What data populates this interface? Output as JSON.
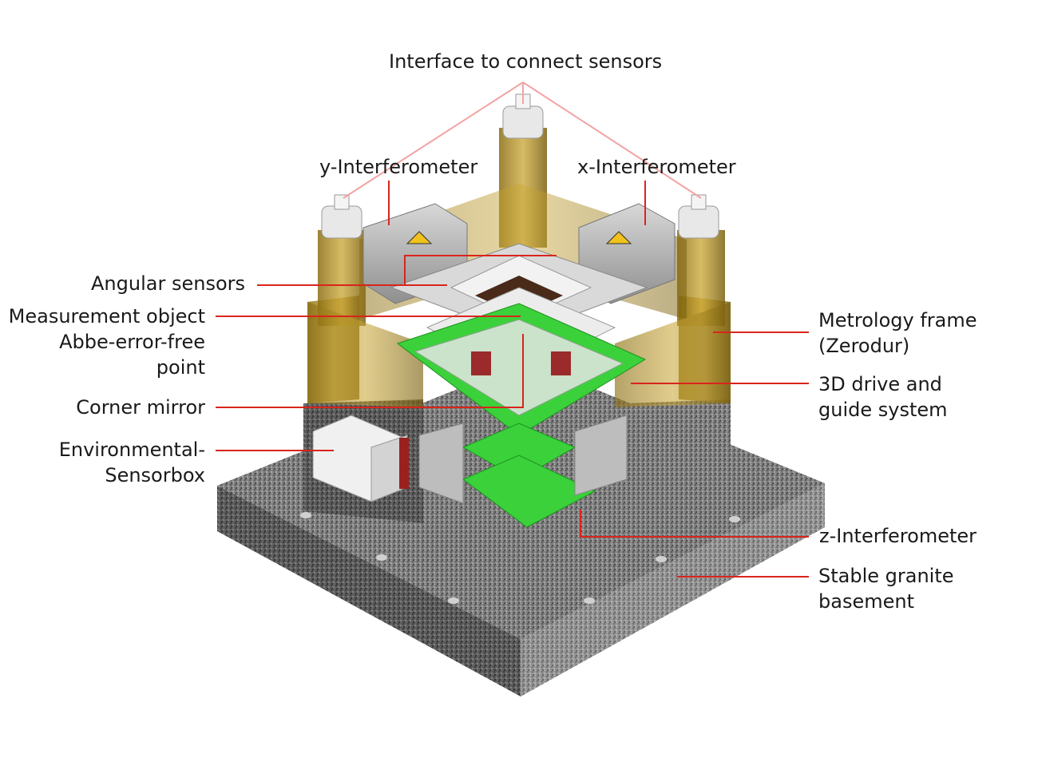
{
  "diagram": {
    "labels": {
      "interface": "Interface to connect sensors",
      "y_interferometer": "y-Interferometer",
      "x_interferometer": "x-Interferometer",
      "angular_sensors": "Angular sensors",
      "measurement_object": "Measurement object",
      "abbe_line1": "Abbe-error-free",
      "abbe_line2": "point",
      "corner_mirror": "Corner mirror",
      "env_line1": "Environmental-",
      "env_line2": "Sensorbox",
      "metrology_line1": "Metrology frame",
      "metrology_line2": "(Zerodur)",
      "drive_line1": "3D drive and",
      "drive_line2": "guide system",
      "z_interferometer": "z-Interferometer",
      "granite_line1": "Stable granite",
      "granite_line2": "basement"
    },
    "colors": {
      "leader": "#d9251c",
      "leader_light": "#f2a3a3",
      "granite": "#7d7d7d",
      "granite_dark": "#5c5c5c",
      "zerodur": "#a88a1c",
      "pcb": "#33cc33",
      "metal": "#c8c8c8",
      "white_part": "#efefef"
    }
  }
}
